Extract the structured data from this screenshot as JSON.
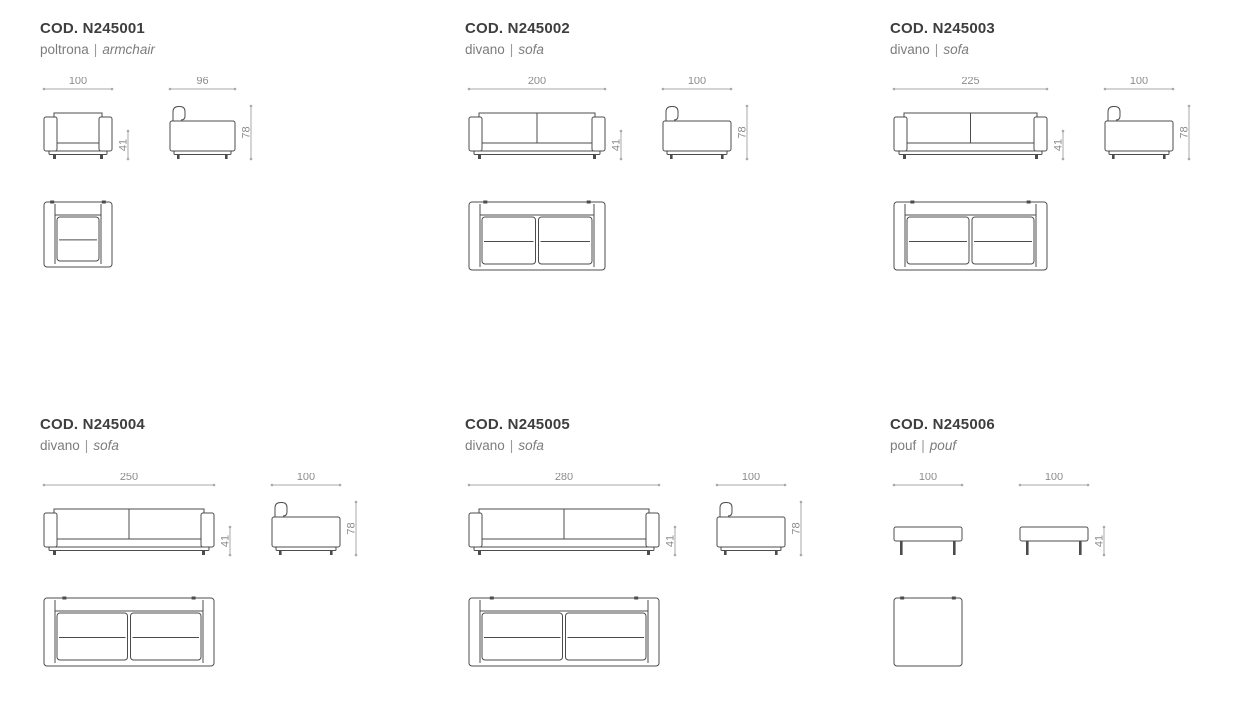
{
  "separator": "|",
  "colors": {
    "line": "#4c4c4c",
    "dim_line": "#a9a9a9",
    "dim_text": "#8c8c8c",
    "code_text": "#3e3e3e",
    "subtitle_text": "#7c7c7c",
    "background": "#ffffff"
  },
  "products": [
    {
      "code": "COD. N245001",
      "type_primary": "poltrona",
      "type_secondary": "armchair",
      "front_width": 100,
      "side_depth": 96,
      "seat_height": 41,
      "total_height": 78,
      "seats": 1,
      "kind": "sofa"
    },
    {
      "code": "COD. N245002",
      "type_primary": "divano",
      "type_secondary": "sofa",
      "front_width": 200,
      "side_depth": 100,
      "seat_height": 41,
      "total_height": 78,
      "seats": 2,
      "kind": "sofa"
    },
    {
      "code": "COD. N245003",
      "type_primary": "divano",
      "type_secondary": "sofa",
      "front_width": 225,
      "side_depth": 100,
      "seat_height": 41,
      "total_height": 78,
      "seats": 2,
      "kind": "sofa"
    },
    {
      "code": "COD. N245004",
      "type_primary": "divano",
      "type_secondary": "sofa",
      "front_width": 250,
      "side_depth": 100,
      "seat_height": 41,
      "total_height": 78,
      "seats": 2,
      "kind": "sofa"
    },
    {
      "code": "COD. N245005",
      "type_primary": "divano",
      "type_secondary": "sofa",
      "front_width": 280,
      "side_depth": 100,
      "seat_height": 41,
      "total_height": 78,
      "seats": 2,
      "kind": "sofa"
    },
    {
      "code": "COD. N245006",
      "type_primary": "pouf",
      "type_secondary": "pouf",
      "front_width": 100,
      "side_depth": 100,
      "seat_height": 41,
      "total_height": null,
      "seats": 0,
      "kind": "pouf"
    }
  ]
}
